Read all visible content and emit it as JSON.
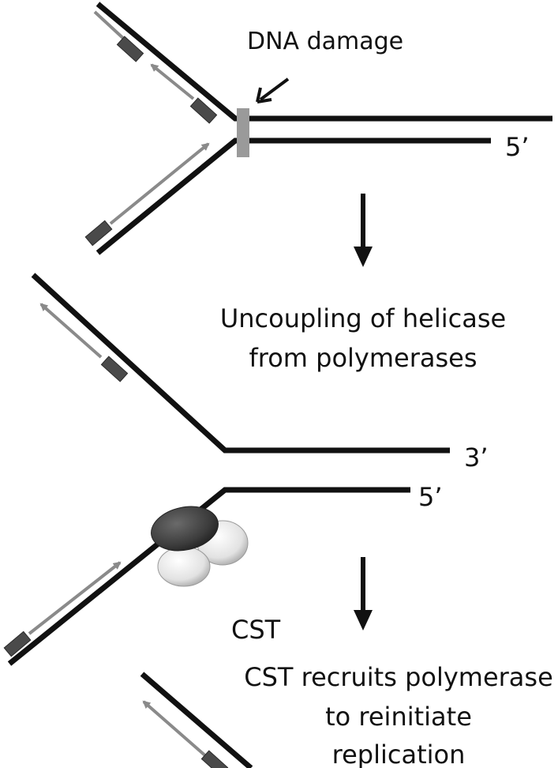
{
  "labels": {
    "dna_damage": "DNA damage",
    "end_5_top": "5’",
    "uncoupling_line1": "Uncoupling of helicase",
    "uncoupling_line2": "from polymerases",
    "end_3_mid": "3’",
    "end_5_mid": "5’",
    "cst": "CST",
    "recruit_line1": "CST recruits polymerase",
    "recruit_line2": "to reinitiate",
    "recruit_line3": "replication"
  },
  "colors": {
    "strand": "#111111",
    "nascent_strand": "#8a8a8a",
    "primer": "#4a4a4a",
    "lesion": "#9a9a9a",
    "cst_dark_subunit": "#3c3c3c",
    "cst_light_subunit": "#e2e2e2"
  }
}
